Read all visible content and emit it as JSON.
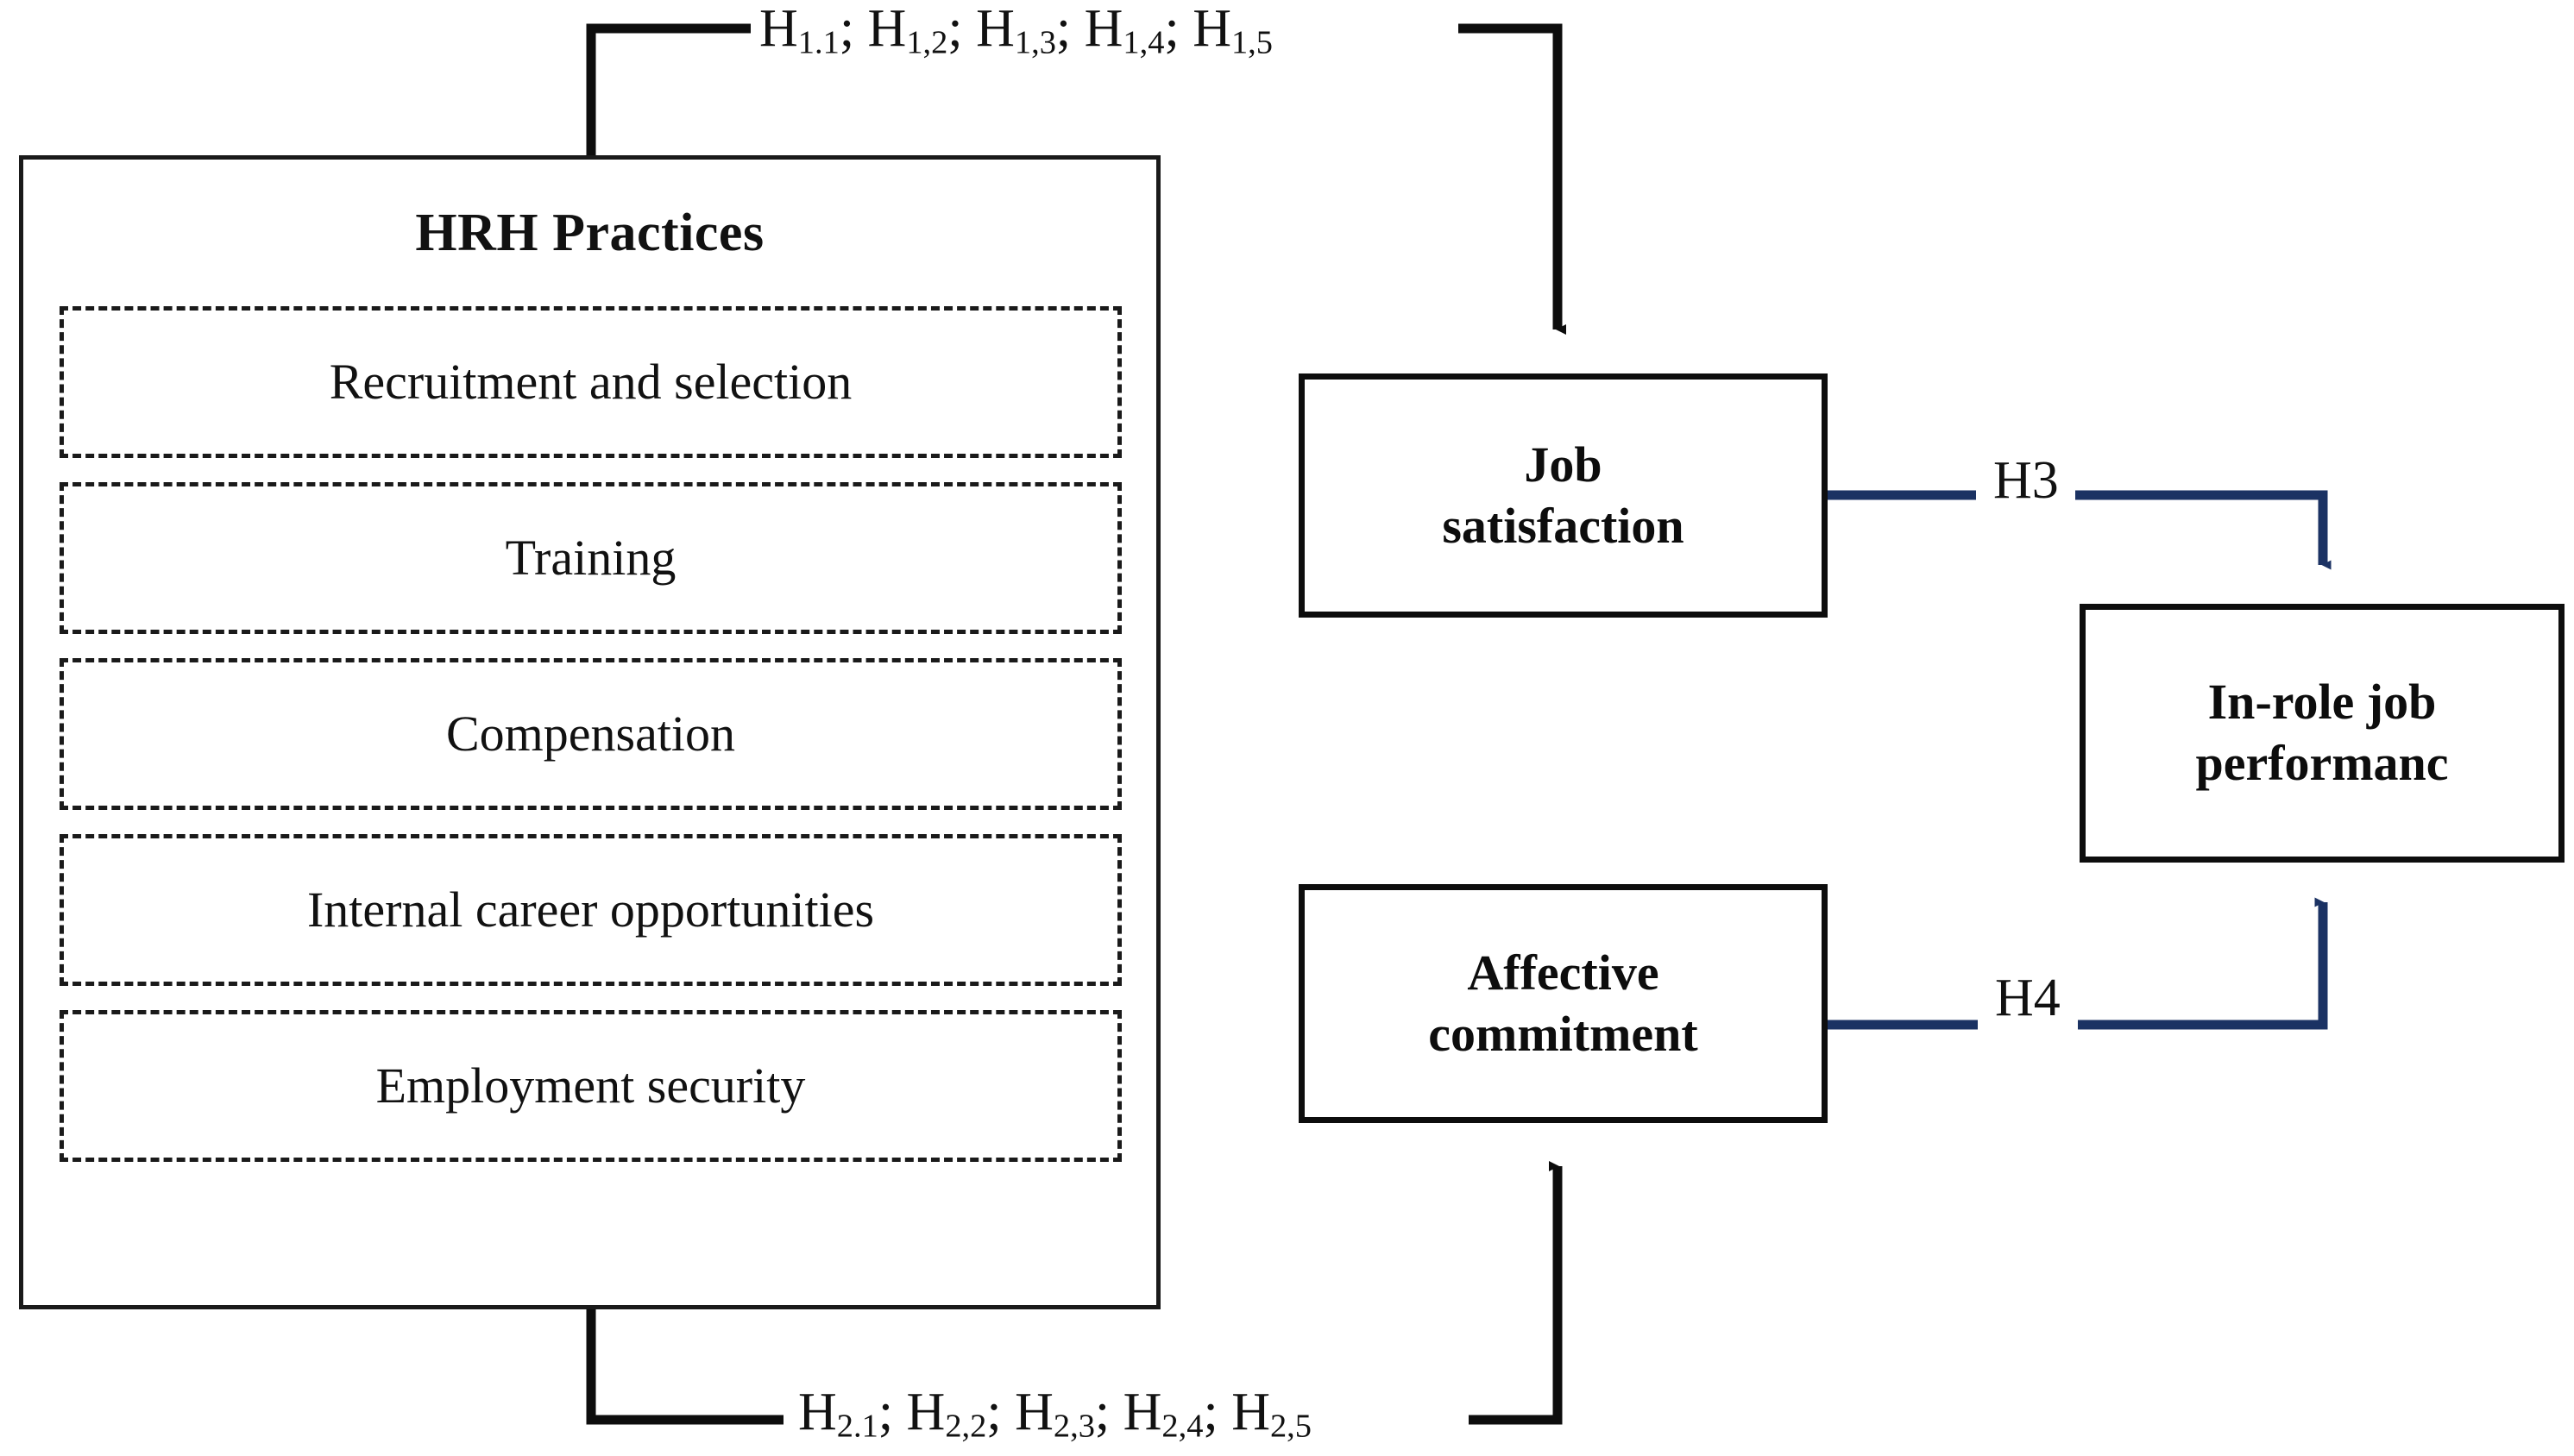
{
  "diagram": {
    "title": "HRH Practices research model",
    "colors": {
      "line_black": "#0d0d0d",
      "line_navy": "#1b3263",
      "background": "#ffffff",
      "text": "#111111"
    }
  },
  "hrh": {
    "title": "HRH Practices",
    "practices": [
      {
        "label": "Recruitment and selection"
      },
      {
        "label": "Training"
      },
      {
        "label": "Compensation"
      },
      {
        "label": "Internal career opportunities"
      },
      {
        "label": "Employment security"
      }
    ]
  },
  "nodes": {
    "job_satisfaction": {
      "line1": "Job",
      "line2": "satisfaction"
    },
    "affective_commitment": {
      "line1": "Affective",
      "line2": "commitment"
    },
    "in_role_performance": {
      "line1": "In-role job",
      "line2": "performanc"
    }
  },
  "edges": {
    "h1": {
      "label_full": "H1.1; H1,2; H1,3; H1,4; H1,5",
      "parts": [
        {
          "base": "H",
          "sub": "1.1",
          "sep": "; "
        },
        {
          "base": "H",
          "sub": "1,2",
          "sep": "; "
        },
        {
          "base": "H",
          "sub": "1,3",
          "sep": "; "
        },
        {
          "base": "H",
          "sub": "1,4",
          "sep": "; "
        },
        {
          "base": "H",
          "sub": "1,5",
          "sep": ""
        }
      ]
    },
    "h2": {
      "label_full": "H2.1; H2,2; H2,3; H2,4; H2,5",
      "parts": [
        {
          "base": "H",
          "sub": "2.1",
          "sep": "; "
        },
        {
          "base": "H",
          "sub": "2,2",
          "sep": "; "
        },
        {
          "base": "H",
          "sub": "2,3",
          "sep": "; "
        },
        {
          "base": "H",
          "sub": "2,4",
          "sep": "; "
        },
        {
          "base": "H",
          "sub": "2,5",
          "sep": ""
        }
      ]
    },
    "h3": {
      "label": "H3"
    },
    "h4": {
      "label": "H4"
    }
  }
}
